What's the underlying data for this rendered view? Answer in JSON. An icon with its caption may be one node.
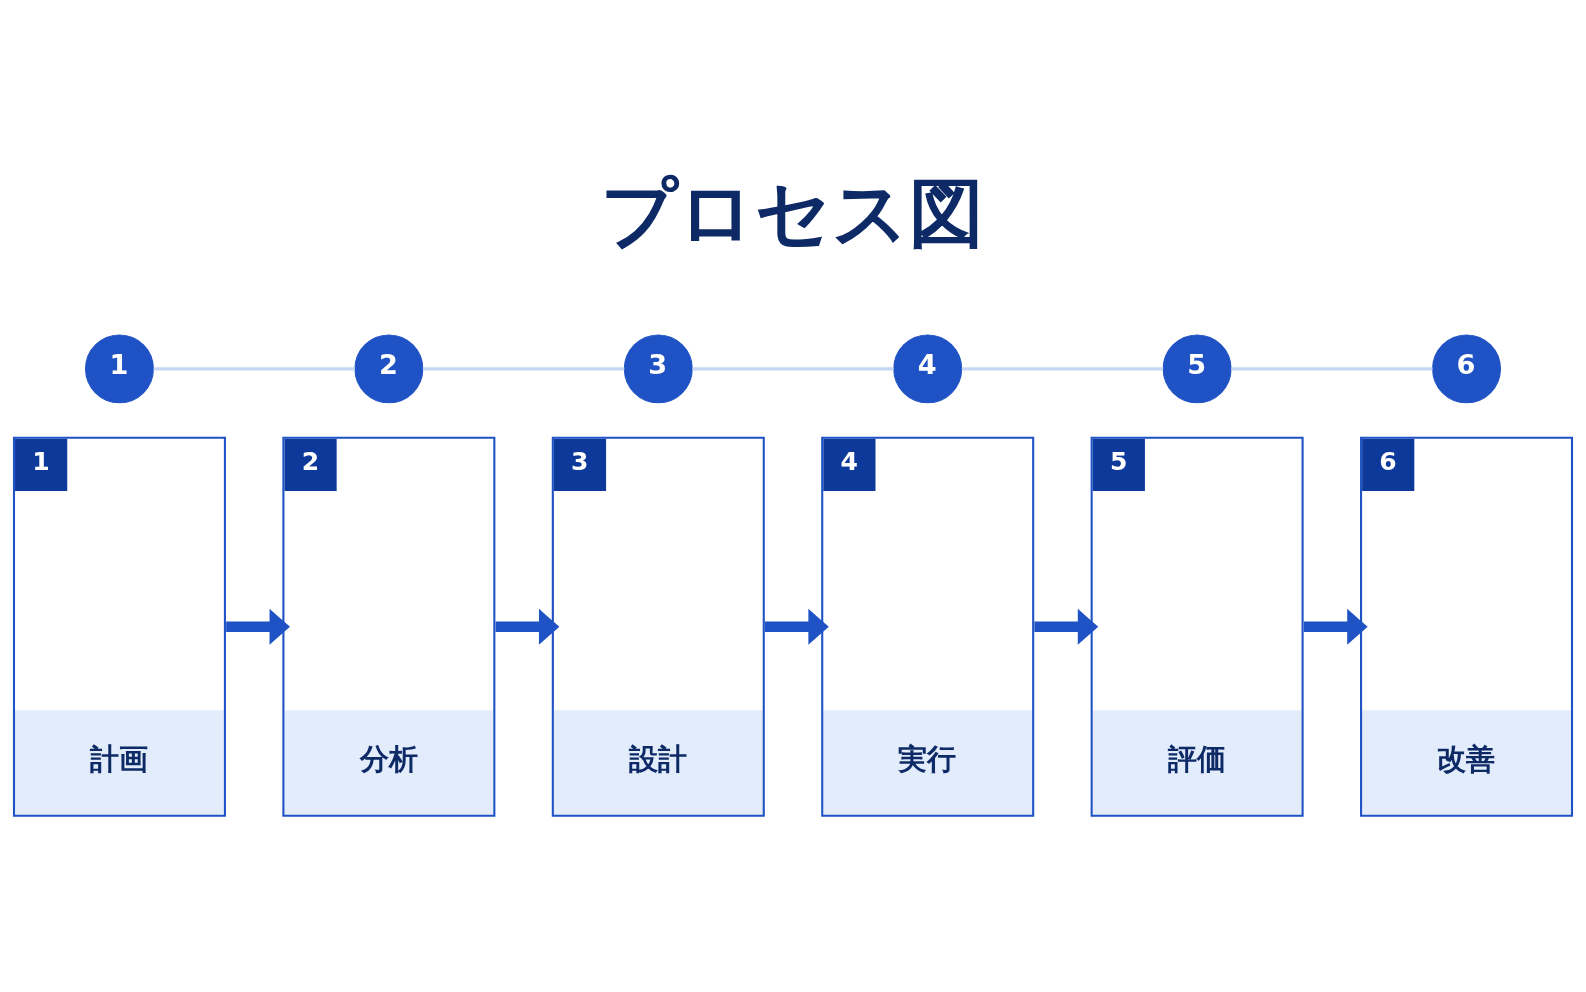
{
  "diagram": {
    "title": "プロセス図",
    "nodes": [
      {
        "text": [
          "1"
        ]
      },
      {
        "text": [
          "2"
        ]
      },
      {
        "text": [
          "3"
        ]
      },
      {
        "text": [
          "4"
        ]
      },
      {
        "text": [
          "5"
        ]
      },
      {
        "text": [
          "6"
        ]
      },
      {
        "text": [
          "1",
          "計画"
        ]
      },
      {
        "text": [
          "2",
          "分析"
        ]
      },
      {
        "text": [
          "3",
          "設計"
        ]
      },
      {
        "text": [
          "4",
          "実行"
        ]
      },
      {
        "text": [
          "5",
          "評価"
        ]
      },
      {
        "text": [
          "6",
          "改善"
        ]
      }
    ],
    "edges": [
      {
        "from": 0,
        "to": 1,
        "arrow": "none",
        "color": "#c5d7f5"
      },
      {
        "from": 1,
        "to": 2,
        "arrow": "none",
        "color": "#c5d7f5"
      },
      {
        "from": 2,
        "to": 3,
        "arrow": "none",
        "color": "#c5d7f5"
      },
      {
        "from": 3,
        "to": 4,
        "arrow": "none",
        "color": "#c5d7f5"
      },
      {
        "from": 4,
        "to": 5,
        "arrow": "none",
        "color": "#c5d7f5"
      },
      {
        "from": 6,
        "to": 7,
        "arrow": "to",
        "style": "thick",
        "color": "#1f52c4"
      },
      {
        "from": 7,
        "to": 8,
        "arrow": "to",
        "style": "thick",
        "color": "#1f52c4"
      },
      {
        "from": 8,
        "to": 9,
        "arrow": "to",
        "style": "thick",
        "color": "#1f52c4"
      },
      {
        "from": 9,
        "to": 10,
        "arrow": "to",
        "style": "thick",
        "color": "#1f52c4"
      },
      {
        "from": 10,
        "to": 11,
        "arrow": "to",
        "style": "thick",
        "color": "#1f52c4"
      }
    ]
  }
}
